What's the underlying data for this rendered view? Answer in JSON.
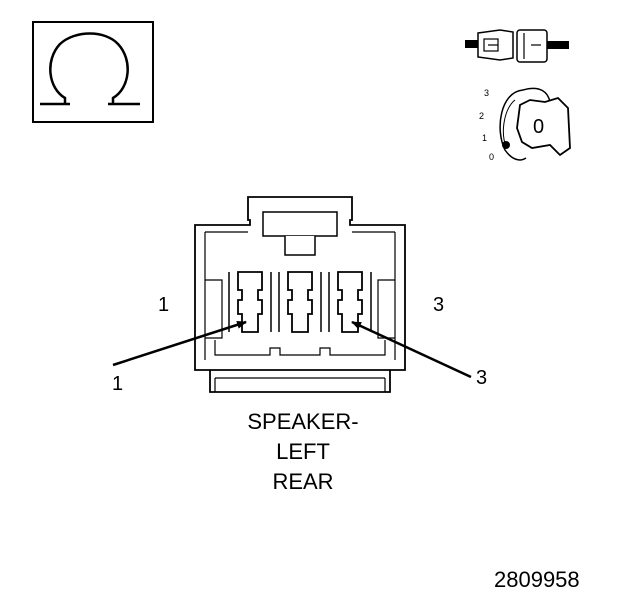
{
  "symbols": {
    "ohm_meter": "ohm-icon",
    "connector_disconnected": "connector-disconnect-icon",
    "ignition_key": "ignition-key-icon"
  },
  "ignition": {
    "positions": [
      "3",
      "2",
      "1",
      "0"
    ],
    "key_label": "0"
  },
  "connector": {
    "side_left_label": "1",
    "side_right_label": "3",
    "arrow_left_label": "1",
    "arrow_right_label": "3",
    "cavities": 3
  },
  "caption": {
    "line1": "SPEAKER-",
    "line2": "LEFT",
    "line3": "REAR"
  },
  "figure_number": "2809958"
}
